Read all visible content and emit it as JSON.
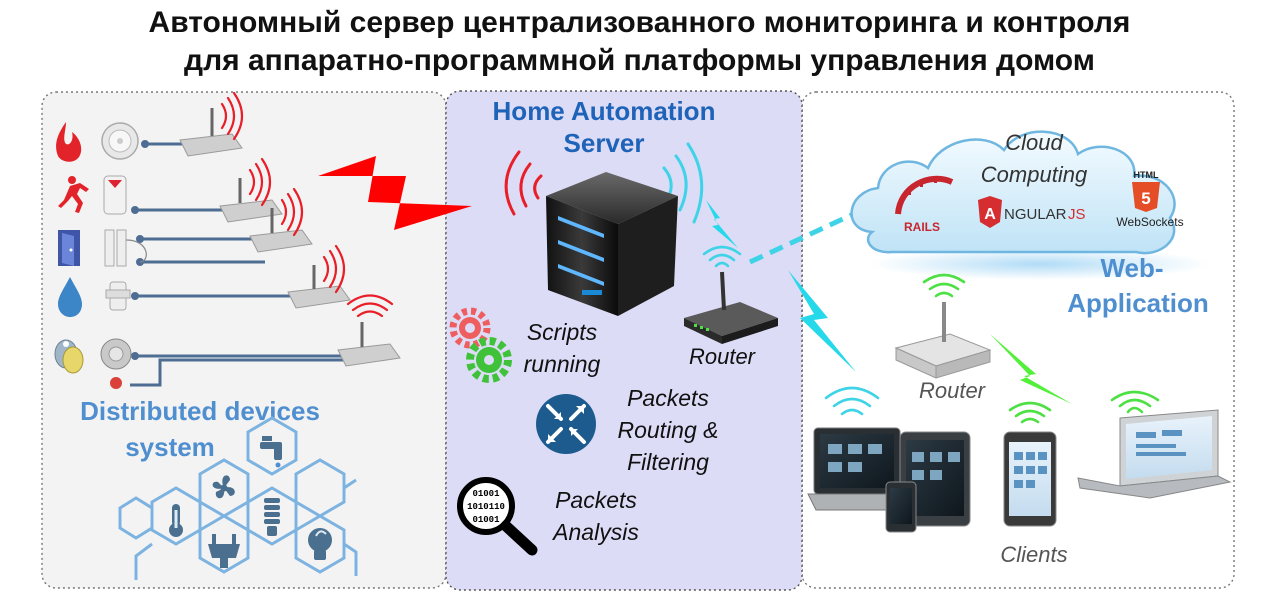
{
  "title": {
    "line1": "Автономный сервер централизованного мониторинга и контроля",
    "line2": "для аппаратно-программной платформы управления домом"
  },
  "left_panel": {
    "label_line1": "Distributed devices",
    "label_line2": "system"
  },
  "center_panel": {
    "title_line1": "Home Automation",
    "title_line2": "Server",
    "scripts_line1": "Scripts",
    "scripts_line2": "running",
    "router_label": "Router",
    "routing_line1": "Packets",
    "routing_line2": "Routing &",
    "routing_line3": "Filtering",
    "analysis_line1": "Packets",
    "analysis_line2": "Analysis",
    "binary_line1": "01001",
    "binary_line2": "1010110",
    "binary_line3": "01001"
  },
  "right_panel": {
    "cloud_line1": "Cloud",
    "cloud_line2": "Computing",
    "rails_label": "RAILS",
    "angular_prefix": "A",
    "angular_label": "NGULAR",
    "angular_suffix": "JS",
    "html5_label": "HTML",
    "html5_number": "5",
    "websockets_label": "WebSockets",
    "webapp_line1": "Web-",
    "webapp_line2": "Application",
    "router_label": "Router",
    "clients_label": "Clients"
  },
  "colors": {
    "server_panel": "#dcdcf6",
    "label_blue": "#4f8fd0",
    "title_blue": "#1f63b8",
    "wifi_red": "#e81e28",
    "wifi_cyan": "#3fd3e8",
    "wifi_green": "#4ce043",
    "bolt_red": "#ff0000",
    "bolt_cyan": "#26d9ea",
    "bolt_green": "#53f03a",
    "hex_blue": "#7cb3e0"
  },
  "icons": [
    "fire-icon",
    "smoke-detector-icon",
    "running-man-icon",
    "motion-sensor-icon",
    "door-icon",
    "door-sensor-icon",
    "water-drop-icon",
    "leak-sensor-icon",
    "key-fob-icon",
    "reader-icon",
    "faucet-icon",
    "fan-icon",
    "thermometer-icon",
    "plug-icon",
    "cfl-bulb-icon",
    "light-bulb-icon",
    "server-tower-icon",
    "gear-red-icon",
    "gear-green-icon",
    "routing-icon",
    "magnifier-icon",
    "router-icon",
    "cloud-icon",
    "rails-icon",
    "angular-icon",
    "html5-icon",
    "tablet-icon",
    "phone-icon",
    "laptop-icon"
  ]
}
